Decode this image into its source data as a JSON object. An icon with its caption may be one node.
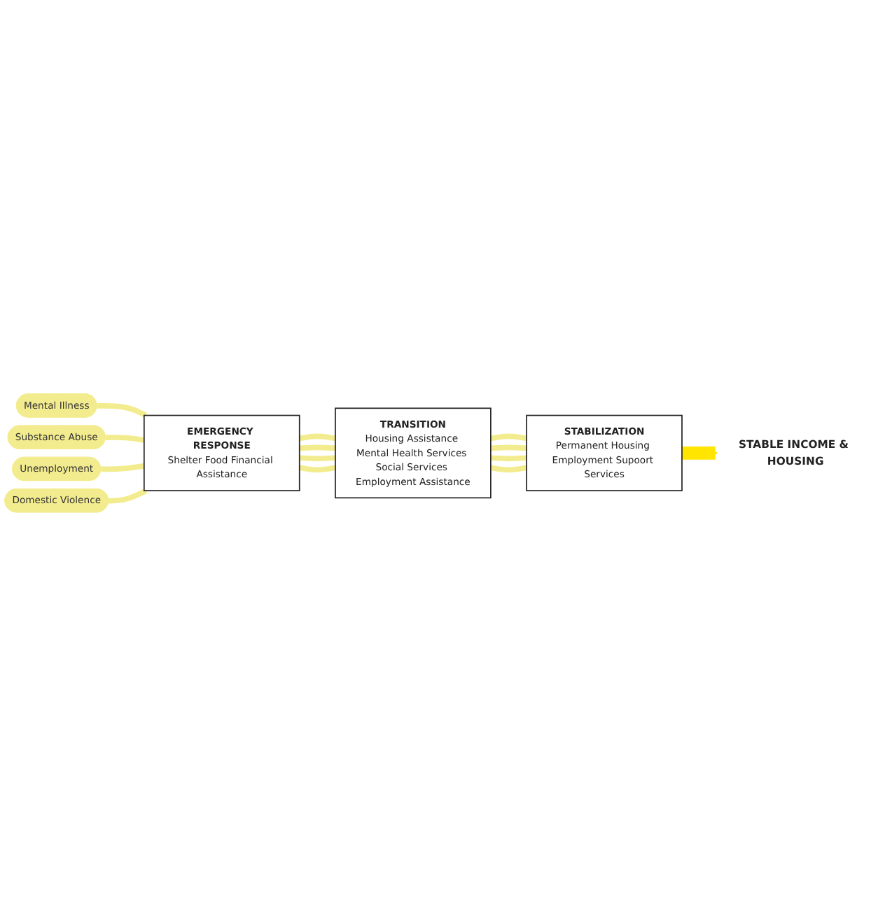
{
  "diagram": {
    "nodes": [
      {
        "text": [
          "Mental Illness"
        ]
      },
      {
        "text": [
          "Substance Abuse"
        ]
      },
      {
        "text": [
          "Unemployment"
        ]
      },
      {
        "text": [
          "Domestic Violence"
        ]
      },
      {
        "text": [
          "EMERGENCY RESPONSE",
          "Shelter Food Financial Assistance"
        ]
      },
      {
        "text": [
          "TRANSITION",
          "Housing Assistance Mental Health Services Social Services Employment Assistance"
        ]
      },
      {
        "text": [
          "STABILIZATION",
          "Permanent Housing Employment Supoort Services"
        ]
      },
      {
        "text": [
          "STABLE INCOME & HOUSING"
        ]
      }
    ],
    "edges": [
      {
        "from": 0,
        "to": 4,
        "arrow": "none"
      },
      {
        "from": 1,
        "to": 4,
        "arrow": "none"
      },
      {
        "from": 2,
        "to": 4,
        "arrow": "none"
      },
      {
        "from": 3,
        "to": 4,
        "arrow": "none"
      },
      {
        "from": 4,
        "to": 5,
        "arrow": "none"
      },
      {
        "from": 4,
        "to": 5,
        "arrow": "none"
      },
      {
        "from": 4,
        "to": 5,
        "arrow": "none"
      },
      {
        "from": 4,
        "to": 5,
        "arrow": "none"
      },
      {
        "from": 5,
        "to": 6,
        "arrow": "none"
      },
      {
        "from": 5,
        "to": 6,
        "arrow": "none"
      },
      {
        "from": 5,
        "to": 6,
        "arrow": "none"
      },
      {
        "from": 5,
        "to": 6,
        "arrow": "none"
      },
      {
        "from": 6,
        "to": 7,
        "arrow": "to",
        "style": "thick",
        "color": "#ffe500"
      }
    ]
  }
}
